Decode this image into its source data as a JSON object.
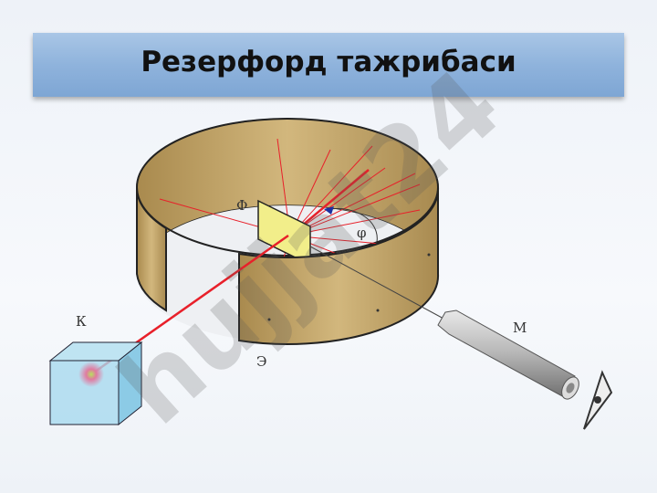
{
  "title": "Резерфорд тажрибаси",
  "labels": {
    "source": "К",
    "foil": "Ф",
    "angle": "φ",
    "screen": "Э",
    "microscope": "М"
  },
  "watermark": "hujjat24",
  "colors": {
    "wall": "#c6a769",
    "ray": "#e8202a",
    "foil": "#f2ee8a",
    "banner": "#8fb3dc"
  }
}
